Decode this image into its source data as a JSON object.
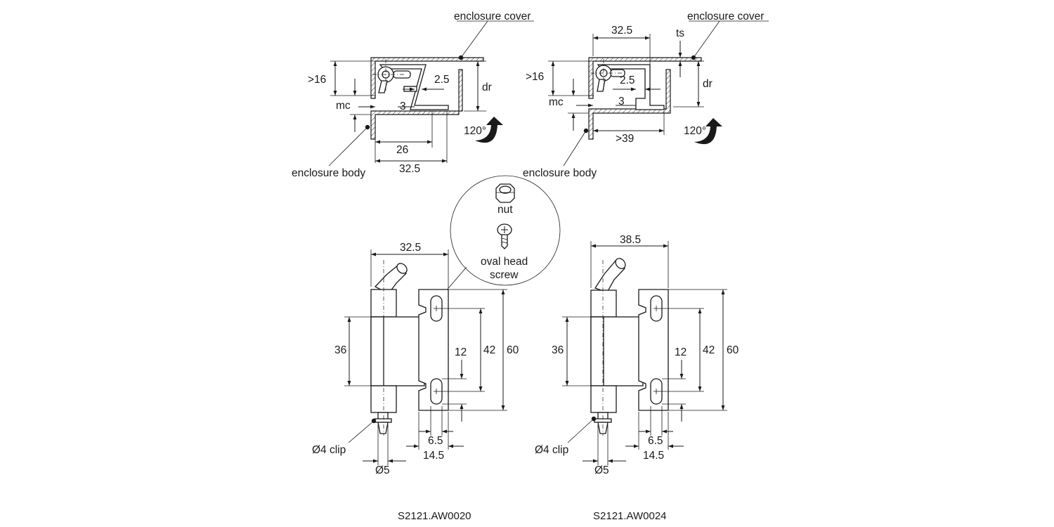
{
  "top_left": {
    "enclosure_cover": "enclosure cover",
    "enclosure_body": "enclosure body",
    "dim_gt16": ">16",
    "dim_mc": "mc",
    "dim_3": "3",
    "dim_2_5": "2.5",
    "dim_dr": "dr",
    "dim_26": "26",
    "dim_32_5": "32.5",
    "angle": "120°"
  },
  "top_right": {
    "enclosure_cover": "enclosure cover",
    "enclosure_body": "enclosure body",
    "dim_32_5": "32.5",
    "dim_ts": "ts",
    "dim_gt16": ">16",
    "dim_mc": "mc",
    "dim_3": "3",
    "dim_2_5": "2.5",
    "dim_dr": "dr",
    "dim_gt39": ">39",
    "angle": "120°"
  },
  "accessories": {
    "nut": "nut",
    "screw_line1": "oval head",
    "screw_line2": "screw"
  },
  "bottom_left": {
    "dim_width": "32.5",
    "dim_36": "36",
    "dim_12": "12",
    "dim_42": "42",
    "dim_60": "60",
    "dim_6_5": "6.5",
    "dim_14_5": "14.5",
    "clip": "Ø4 clip",
    "dim_d5": "Ø5",
    "code": "S2121.AW0020"
  },
  "bottom_right": {
    "dim_width": "38.5",
    "dim_36": "36",
    "dim_12": "12",
    "dim_42": "42",
    "dim_60": "60",
    "dim_6_5": "6.5",
    "dim_14_5": "14.5",
    "clip": "Ø4 clip",
    "dim_d5": "Ø5",
    "code": "S2121.AW0024"
  }
}
